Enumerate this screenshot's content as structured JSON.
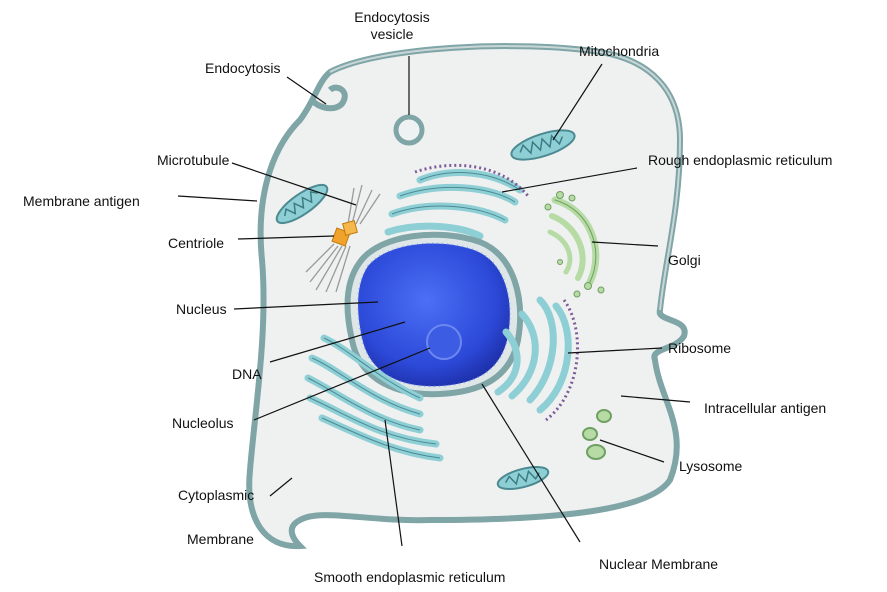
{
  "labels": {
    "endocytosis_vesicle_1": "Endocytosis",
    "endocytosis_vesicle_2": "vesicle",
    "endocytosis": "Endocytosis",
    "mitochondria": "Mitochondria",
    "microtubule": "Microtubule",
    "rough_er": "Rough endoplasmic reticulum",
    "membrane_antigen": "Membrane antigen",
    "centriole": "Centriole",
    "golgi": "Golgi",
    "nucleus": "Nucleus",
    "ribosome": "Ribosome",
    "dna": "DNA",
    "intracellular_antigen": "Intracellular antigen",
    "nucleolus": "Nucleolus",
    "lysosome": "Lysosome",
    "cytoplasmic": "Cytoplasmic",
    "membrane": "Membrane",
    "nuclear_membrane": "Nuclear Membrane",
    "smooth_er": "Smooth endoplasmic reticulum"
  },
  "colors": {
    "cell_fill": "#eff0f0",
    "membrane": "#7fa5a7",
    "membrane_light": "#c9d6d7",
    "organelle": "#8ecfd6",
    "organelle_dark": "#4c8a92",
    "nucleus": "#2f4fe0",
    "nucleus_dark": "#1b2fa8",
    "golgi": "#b6dba4",
    "ribosome": "#7e5b9a",
    "centriole": "#f0a22a",
    "line": "#111111"
  }
}
